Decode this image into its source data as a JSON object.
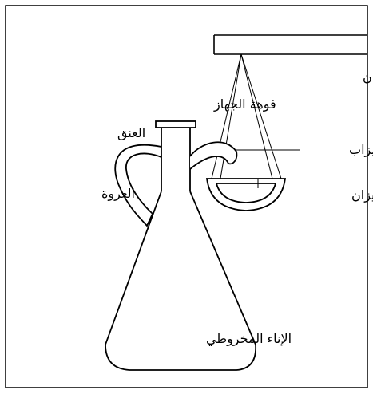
{
  "labels": {
    "balance_arm": "ذراع الميزان",
    "device_mouth": "فوهة الجهاز",
    "neck": "العنق",
    "spout": "الميزاب",
    "handle": "العروة",
    "balance_pan": "كفّة الميزان",
    "conical_vessel": "الإناء المخروطي"
  },
  "colors": {
    "ink": "#000000",
    "background": "#ffffff"
  }
}
